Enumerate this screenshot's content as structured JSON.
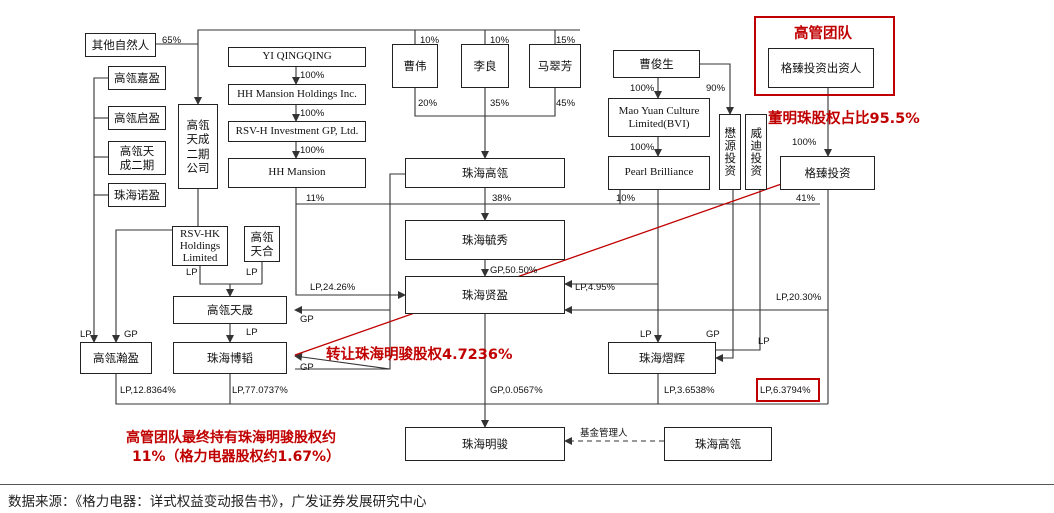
{
  "entities": {
    "other_natural_persons": "其他自然人",
    "gaoling_jiaying": "高瓴嘉盈",
    "gaoling_qiying": "高瓴启盈",
    "gaoling_tiancheng_erqi": "高瓴天成二期",
    "zhuhai_nuoying": "珠海诺盈",
    "gaoling_tiancheng_erqi_company": "高瓴天成二期公司",
    "yi_qingqing": "YI QINGQING",
    "hh_mansion_holdings": "HH Mansion Holdings Inc.",
    "rsv_h_investment": "RSV-H Investment GP, Ltd.",
    "hh_mansion": "HH Mansion",
    "cao_wei": "曹伟",
    "li_liang": "李良",
    "ma_cuifang": "马翠芳",
    "zhuhai_gaoling": "珠海高瓴",
    "zhuhai_yuxiu": "珠海毓秀",
    "zhuhai_xianying": "珠海贤盈",
    "rsv_hk_holdings": "RSV-HK Holdings Limited",
    "gaoling_tianhe": "高瓴天合",
    "gaoling_tiancheng": "高瓴天晟",
    "zhuhai_boyu": "珠海博韬",
    "gaoling_hanying": "高瓴瀚盈",
    "cao_junsheng": "曹俊生",
    "mao_yuan_culture": "Mao Yuan Culture Limited(BVI)",
    "pearl_brilliance": "Pearl Brilliance",
    "yuanyuan_touzi": "懋源投资",
    "weidi_touzi": "威迪投资",
    "gezhen_funders": "格臻投资出资人",
    "gezhen_touzi": "格臻投资",
    "zhuhai_yaohui": "珠海熠辉",
    "zhuhai_mingjun": "珠海明骏",
    "zhuhai_gaoling_2": "珠海高瓴"
  },
  "labels": {
    "p65": "65%",
    "p100a": "100%",
    "p100b": "100%",
    "p100c": "100%",
    "p10a": "10%",
    "p10b": "10%",
    "p15": "15%",
    "p20": "20%",
    "p35": "35%",
    "p45": "45%",
    "p100d": "100%",
    "p90": "90%",
    "p100e": "100%",
    "p100f": "100%",
    "p11": "11%",
    "p38": "38%",
    "p10c": "10%",
    "p41": "41%",
    "gp_50_50": "GP,50.50%",
    "lp_24_26": "LP,24.26%",
    "lp_4_95": "LP,4.95%",
    "lp_20_30": "LP,20.30%",
    "lp1": "LP",
    "lp2": "LP",
    "lp3": "LP",
    "lp4": "LP",
    "lp5": "LP",
    "lp6": "LP",
    "gp1": "GP",
    "gp2": "GP",
    "gp3": "GP",
    "gp4": "GP",
    "lp_12_8364": "LP,12.8364%",
    "lp_77_0737": "LP,77.0737%",
    "gp_0_0567": "GP,0.0567%",
    "lp_3_6538": "LP,3.6538%",
    "lp_6_3794": "LP,6.3794%",
    "fund_manager": "基金管理人"
  },
  "annotations": {
    "mgmt_team": "高管团队",
    "dong_share": "董明珠股权占比95.5%",
    "transfer": "转让珠海明骏股权4.7236%",
    "final_line1": "高管团队最终持有珠海明骏股权约",
    "final_line2": "11%（格力电器股权约1.67%）"
  },
  "source": "数据来源：《格力电器：详式权益变动报告书》，广发证券发展研究中心",
  "colors": {
    "accent_red": "#c00000",
    "line": "#333333"
  }
}
